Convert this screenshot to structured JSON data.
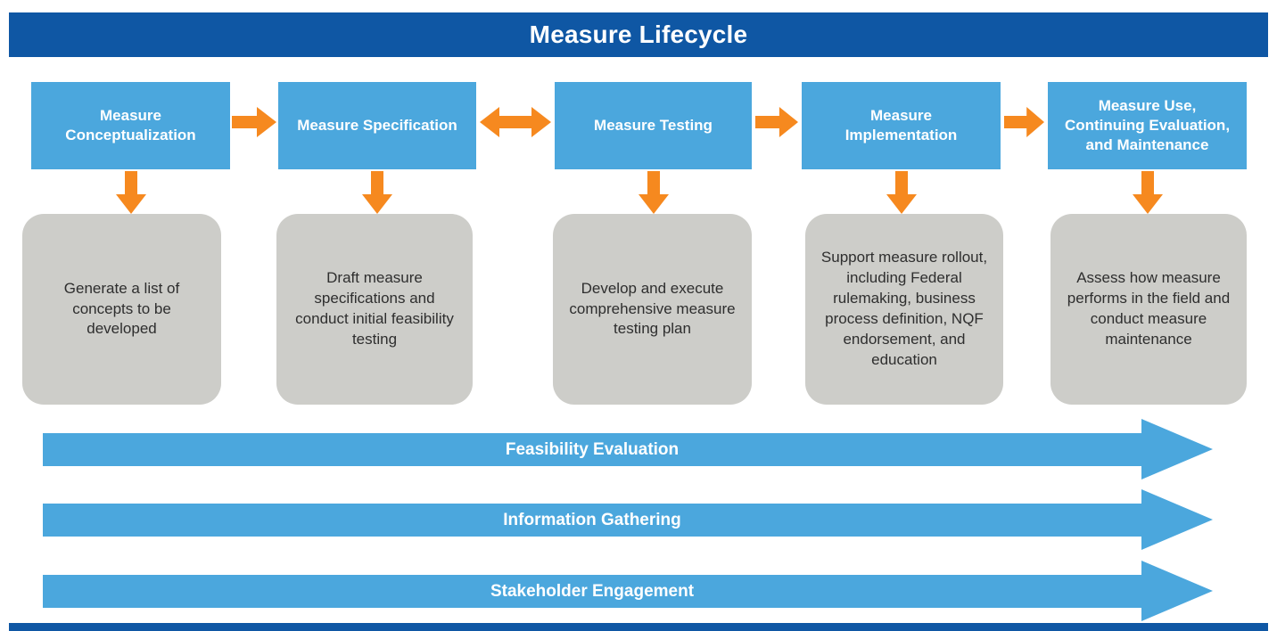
{
  "title": "Measure Lifecycle",
  "colors": {
    "header_blue": "#0f57a4",
    "box_blue": "#4ba7dd",
    "arrow_orange": "#f6891f",
    "gray_box": "#cdcdc9"
  },
  "stages": [
    {
      "title": "Measure Conceptualization",
      "description": "Generate a list of concepts to be developed"
    },
    {
      "title": "Measure Specification",
      "description": "Draft measure specifications and conduct initial feasibility testing"
    },
    {
      "title": "Measure Testing",
      "description": "Develop and execute comprehensive measure testing plan"
    },
    {
      "title": "Measure Implementation",
      "description": "Support measure rollout, including Federal rulemaking, business process definition, NQF endorsement, and education"
    },
    {
      "title": "Measure Use, Continuing Evaluation, and Maintenance",
      "description": "Assess how measure performs in the field and conduct measure maintenance"
    }
  ],
  "connectors": [
    {
      "between": "Measure Conceptualization and Measure Specification",
      "type": "right-arrow"
    },
    {
      "between": "Measure Specification and Measure Testing",
      "type": "double-arrow"
    },
    {
      "between": "Measure Testing and Measure Implementation",
      "type": "right-arrow"
    },
    {
      "between": "Measure Implementation and Measure Use",
      "type": "right-arrow"
    }
  ],
  "banners": [
    {
      "label": "Feasibility Evaluation"
    },
    {
      "label": "Information Gathering"
    },
    {
      "label": "Stakeholder Engagement"
    }
  ]
}
